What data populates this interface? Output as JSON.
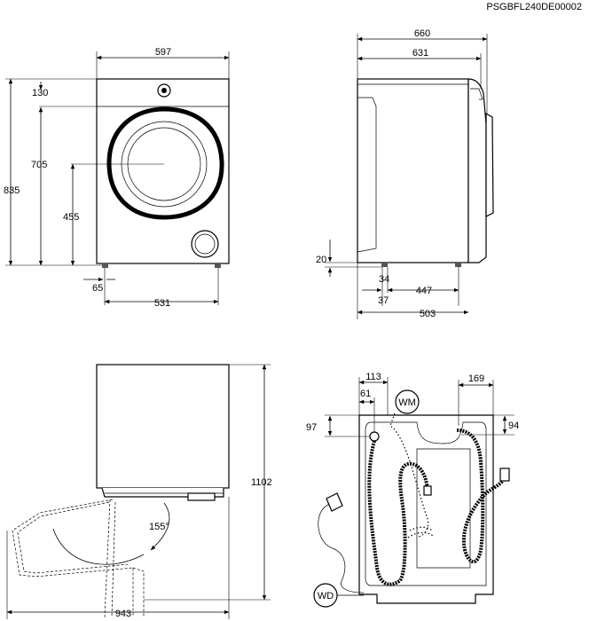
{
  "document": {
    "code": "PSGBFL240DE00002"
  },
  "front_view": {
    "width": "597",
    "top_offset": "130",
    "door_center_height": "705",
    "door_lower_height": "455",
    "total_height": "835",
    "foot_offset": "65",
    "foot_span": "531"
  },
  "side_view": {
    "depth_total": "660",
    "depth_body": "631",
    "foot_height": "20",
    "foot_front": "34",
    "foot_span": "447",
    "foot_back": "37",
    "base_depth": "503"
  },
  "top_view": {
    "door_open_height": "1102",
    "door_angle": "155°",
    "total_width_open": "943"
  },
  "rear_view": {
    "inlet_offset": "113",
    "inlet_hose_offset": "61",
    "drain_offset_right": "169",
    "inlet_height": "97",
    "drain_height": "94",
    "label_wm": "WM",
    "label_wd": "WD"
  }
}
